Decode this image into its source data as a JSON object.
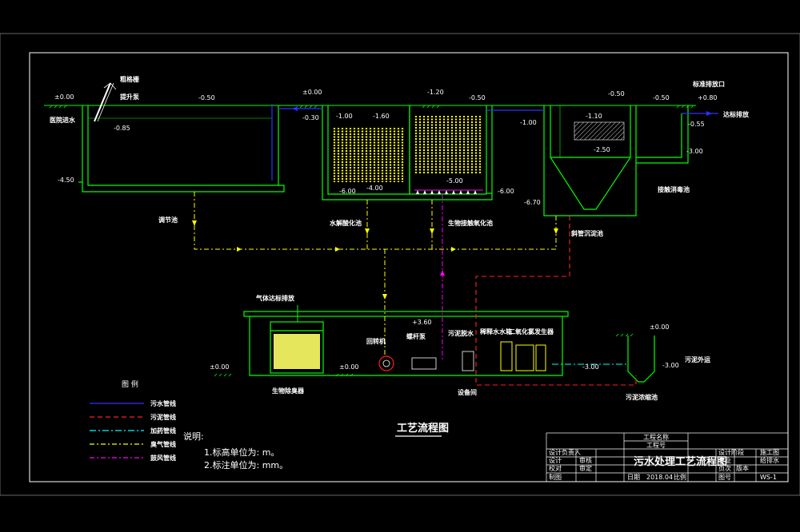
{
  "colors": {
    "structure": "#00ff00",
    "sewage": "#3030ff",
    "sludge": "#ff2020",
    "dosing": "#00ffff",
    "air": "#ffff00",
    "wind": "#ff00ff",
    "frame": "#ffffff"
  },
  "labels": {
    "coarse_screen": "粗格栅",
    "lift_pump": "提升泵",
    "hospital_inflow": "医院进水",
    "equalization_tank": "调节池",
    "hydrolysis_tank": "水解酸化池",
    "bio_contact_tank": "生物接触氧化池",
    "inclined_settler": "斜管沉淀池",
    "contact_disinfection": "接触消毒池",
    "discharge_outlet": "标准排放口",
    "standard_discharge": "达标排放",
    "gas_discharge": "气体达标排放",
    "deodorizer": "生物除臭器",
    "blower": "回转机",
    "sludge_pump": "污泥脱水",
    "sludge_screw": "螺杆泵",
    "disinfectant_gen": "二氧化氯发生器",
    "chlorine_tank": "稀释水水箱",
    "equipment_room": "设备间",
    "sludge_tank": "污泥浓缩池",
    "sludge_out": "污泥外运"
  },
  "levels": {
    "l_000a": "±0.00",
    "l_000b": "±0.00",
    "l_000c": "±0.00",
    "l_000d": "±0.00",
    "l_000e": "±0.00",
    "l_030": "-0.30",
    "l_050a": "-0.50",
    "l_050b": "-0.50",
    "l_050c": "-0.50",
    "l_050d": "-0.50",
    "l_055": "-0.55",
    "l_085": "-0.85",
    "l_100a": "-1.00",
    "l_100b": "-1.00",
    "l_160": "-1.60",
    "l_120": "-1.20",
    "l_110": "-1.10",
    "l_250": "-2.50",
    "l_300a": "-3.00",
    "l_300b": "-3.00",
    "l_300c": "-3.00",
    "l_450": "-4.50",
    "l_400": "-4.00",
    "l_500": "-5.00",
    "l_600a": "-6.00",
    "l_600b": "-6.00",
    "l_670": "-6.70",
    "l_p080": "+0.80",
    "l_p360": "+3.60"
  },
  "legend": {
    "title": "图  例",
    "items": [
      {
        "label": "污水管线",
        "color": "#3030ff",
        "dash": ""
      },
      {
        "label": "污泥管线",
        "color": "#ff2020",
        "dash": "6,4"
      },
      {
        "label": "加药管线",
        "color": "#00ffff",
        "dash": "8,3,2,3"
      },
      {
        "label": "臭气管线",
        "color": "#ffff00",
        "dash": "6,3,2,3"
      },
      {
        "label": "鼓风管线",
        "color": "#ff00ff",
        "dash": "6,3,2,3"
      }
    ]
  },
  "notes": {
    "heading": "说明:",
    "line1": "1.标高单位为: m。",
    "line2": "2.标注单位为: mm。"
  },
  "drawing_title": "工艺流程图",
  "title_block": {
    "project": "工程名称",
    "subproject": "工程号",
    "drawing_name": "污水处理工艺流程图",
    "designer_unit": "设计负责人",
    "checked": "审核",
    "review": "审定",
    "design": "设计",
    "proofread": "校对",
    "drafted": "制图",
    "date_label": "日期",
    "date": "2018.04",
    "scale_label": "比例",
    "sheet_label": "图号",
    "sheet_no": "WS-1",
    "stage_label": "设计阶段",
    "stage": "施工图",
    "major_label": "专业",
    "major": "给排水",
    "pagecount_label": "页次",
    "version_label": "版本"
  }
}
